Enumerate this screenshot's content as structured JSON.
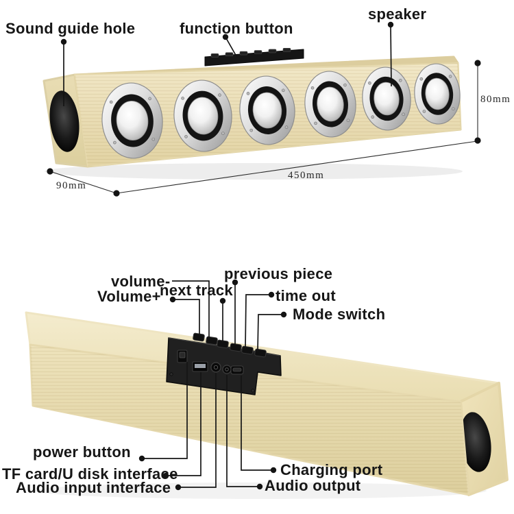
{
  "front_view": {
    "labels": {
      "sound_guide_hole": "Sound guide hole",
      "function_button": "function button",
      "speaker": "speaker"
    },
    "dimensions": {
      "height": "80mm",
      "length": "450mm",
      "depth": "90mm"
    }
  },
  "rear_view": {
    "control_labels": {
      "volume_minus": "volume-",
      "volume_plus": "Volume+",
      "next_track": "next track",
      "previous_piece": "previous piece",
      "time_out": "time out",
      "mode_switch": "Mode switch"
    },
    "port_labels": {
      "power_button": "power button",
      "tf_card": "TF card/U disk interface",
      "audio_input": "Audio input interface",
      "charging_port": "Charging port",
      "audio_output": "Audio output"
    }
  },
  "colors": {
    "wood_light": "#f1e7c6",
    "wood_dark": "#e3d5a6",
    "panel_black": "#1f1f1f",
    "speaker_silver": "#d9d9d9",
    "hole_black": "#0a0a0a",
    "label_text": "#161616"
  }
}
